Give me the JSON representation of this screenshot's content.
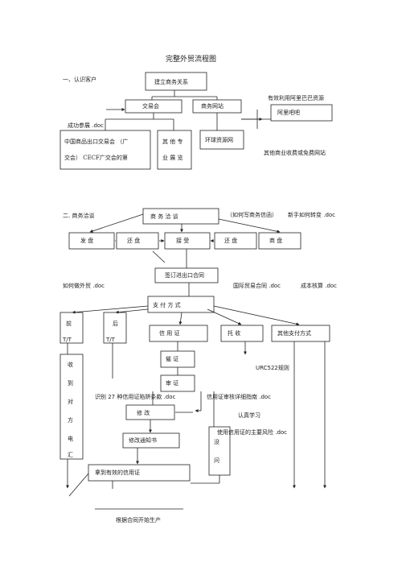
{
  "title": "完整外贸流程图",
  "section1": {
    "heading": "一、认识客户",
    "build_relation": "建立商务关系",
    "trade_fair": "交易会",
    "business_site": "商务网站",
    "use_alibaba": "有效利用阿里巴巴资源",
    "alibaba": "阿里吧吧",
    "success_doc": "成功参展  .doc",
    "china_fair_1": "中国商品出口交易会   （广",
    "china_fair_2": "交会）  CECF广交会的第",
    "other_1": "其 他 专",
    "other_2": "业 展 览",
    "global_sources": "环球资源网",
    "other_sites": "其他商业收费或免费网站"
  },
  "section2": {
    "heading": "二. 商务洽谈",
    "negotiation": "商  务  洽  谈",
    "how_write": "（如何写商务信函）",
    "novice_doc": "新手如何转变  .doc",
    "offer": "发  盘",
    "counter": "还  盘",
    "accept": "接  受",
    "counter2": "还  盘",
    "bargain": "商  盘",
    "sign": "签订进出口合同",
    "how_trade": "如何做外贸  .doc",
    "intl_contract": "国际贸易合同  .doc",
    "cost_calc": "成本核算  .doc"
  },
  "payment": {
    "methods": "支  付  方  式",
    "before_1": "前",
    "before_2": "T/T",
    "after_1": "后",
    "after_2": "T/T",
    "lc": "信   用   证",
    "collection": "托     收",
    "other_methods": "其他支付方式",
    "urge": "催     证",
    "urc": "URC522规则",
    "review": "审   证",
    "identify": "识别  27 种信用证陷阱条款  .doc",
    "review_guide": "信用证审核详细指南  .doc",
    "modify": "修   改",
    "study": "认真学习",
    "risk": "使用信用证的主要风险  .doc",
    "modify_notice": "修改通知书",
    "no_problem_1": "没",
    "no_problem_2": "问",
    "valid_lc": "拿到有效的信用证",
    "receive_telegram": [
      "收",
      "到",
      "对",
      "方",
      "电",
      "汇"
    ],
    "produce": "根据合同开始生产"
  }
}
